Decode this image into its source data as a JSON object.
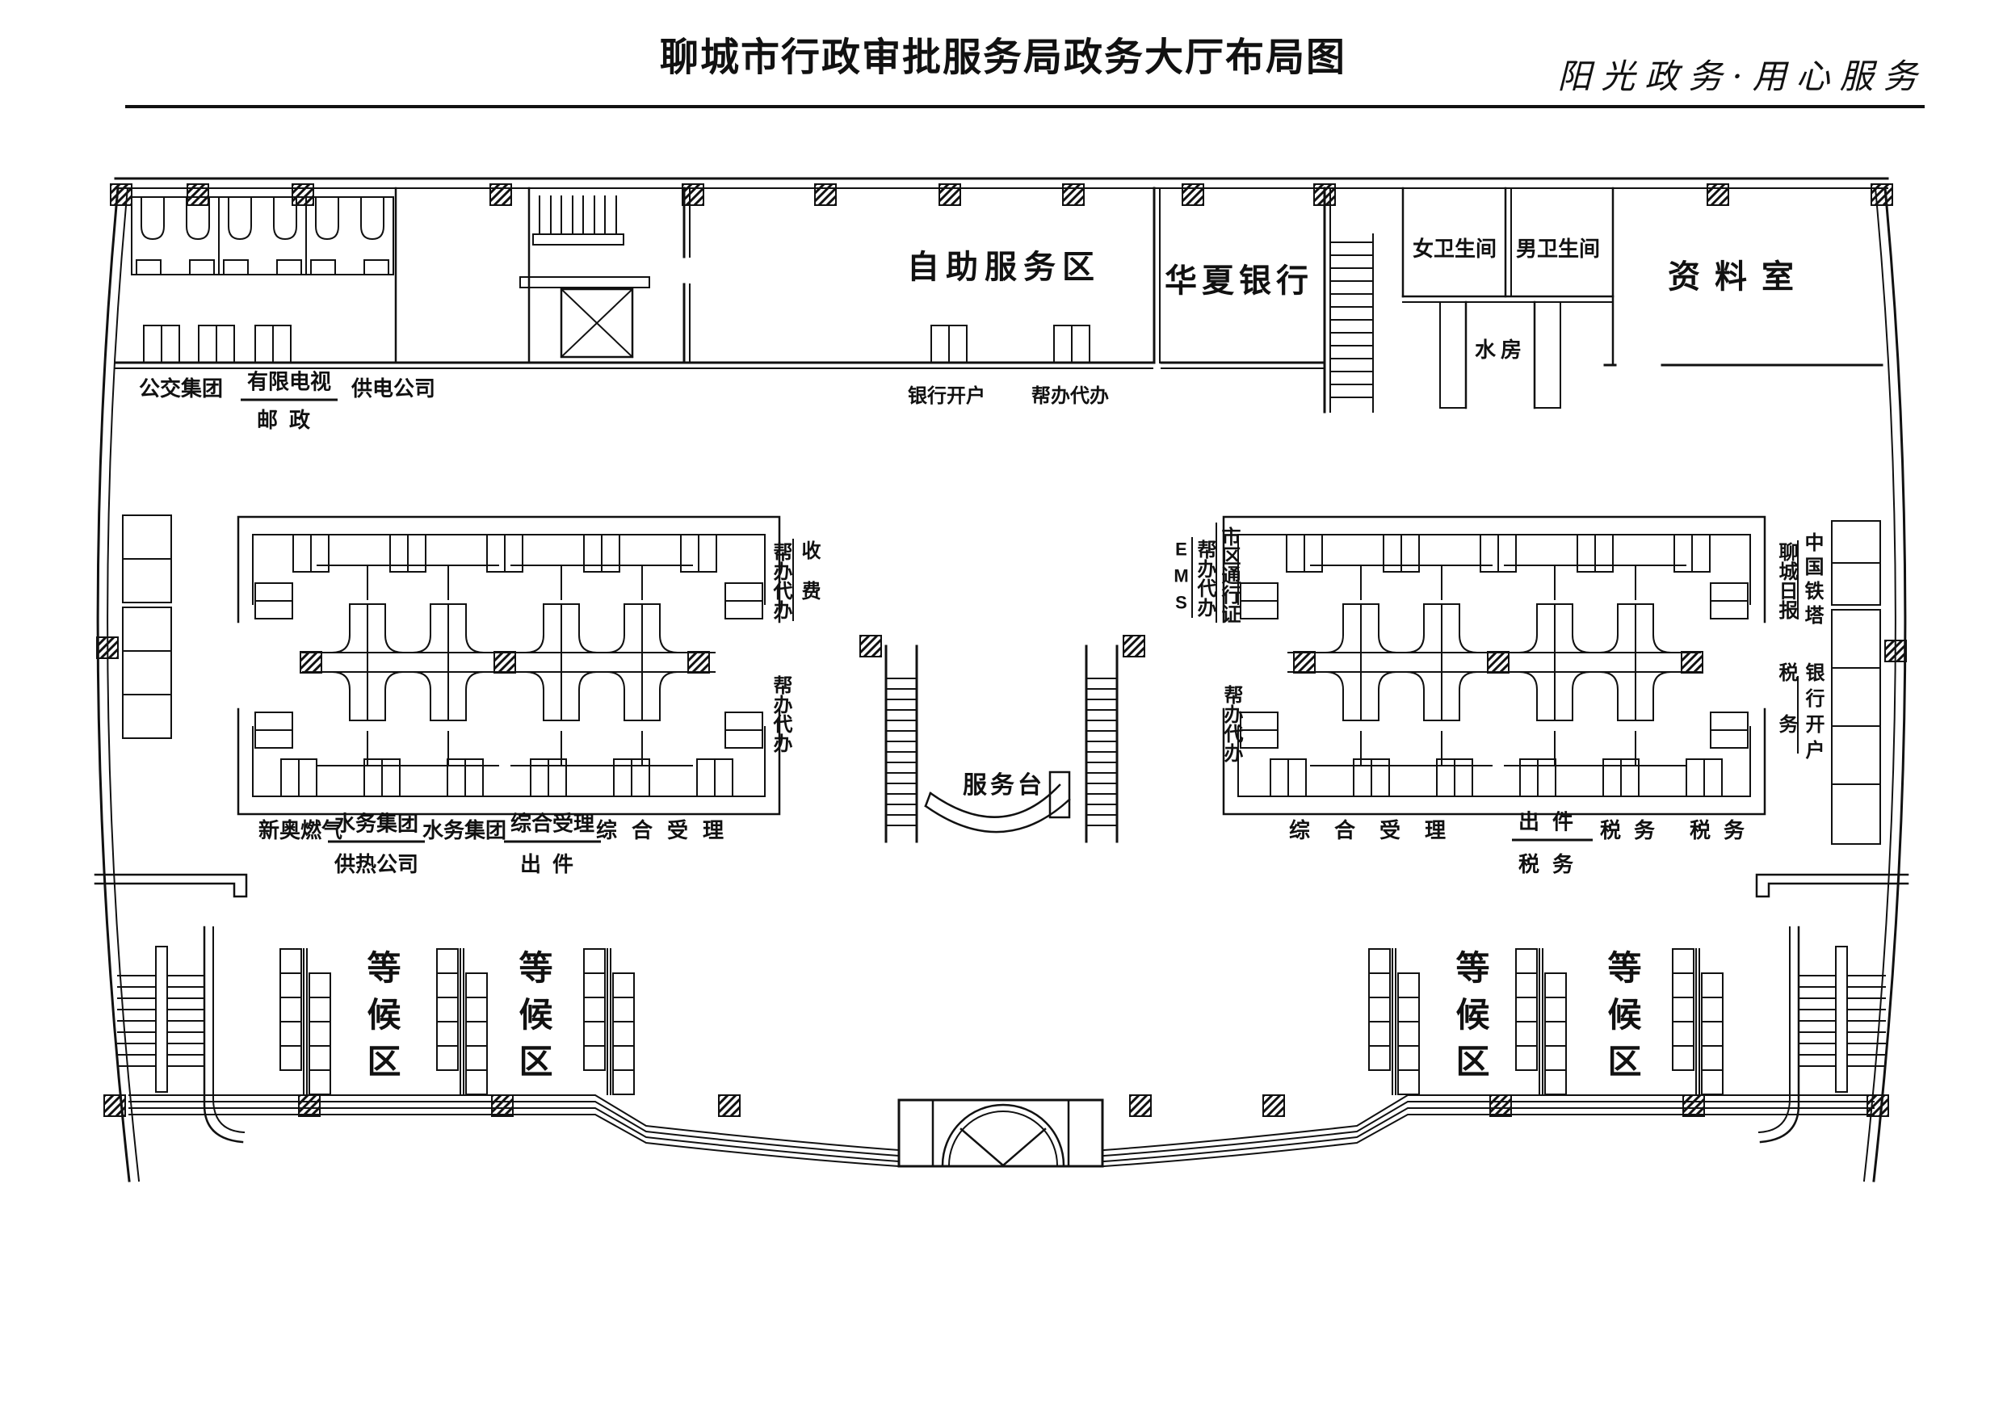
{
  "header": {
    "title": "聊城市行政审批服务局政务大厅布局图",
    "slogan": "阳光政务·用心服务"
  },
  "top_area": {
    "bus_group": "公交集团",
    "cable_tv": "有限电视",
    "post": "邮政",
    "power_company": "供电公司",
    "self_service_zone": "自助服务区",
    "huaxia_bank": "华夏银行",
    "bank_account_seat": "银行开户",
    "assist_seat": "帮办代办",
    "women_restroom": "女卫生间",
    "men_restroom": "男卫生间",
    "water_room": "水房",
    "reference_room": "资料室"
  },
  "left_island": {
    "assist_top": "帮办代办",
    "fee": "收费",
    "assist_bottom": "帮办代办",
    "gas": "新奥燃气",
    "water_group_a": "水务集团",
    "heating": "供热公司",
    "water_group_b": "水务集团",
    "acceptance_a": "综合受理",
    "issue": "出件",
    "acceptance_b": "综合受理"
  },
  "right_island": {
    "ems": "EMS",
    "assist_top": "帮办代办",
    "city_pass": "市区通行证",
    "assist_bottom": "帮办代办",
    "daily": "聊城日报",
    "tower": "中国铁塔",
    "tax_side": "税务",
    "bank_account": "银行开户",
    "acceptance": "综合受理",
    "issue": "出件",
    "tax_a": "税务",
    "tax_b": "税务",
    "tax_c": "税务"
  },
  "center": {
    "service_desk": "服务台"
  },
  "waiting": {
    "label": "等候区"
  },
  "colors": {
    "line": "#111111",
    "background": "#ffffff"
  }
}
